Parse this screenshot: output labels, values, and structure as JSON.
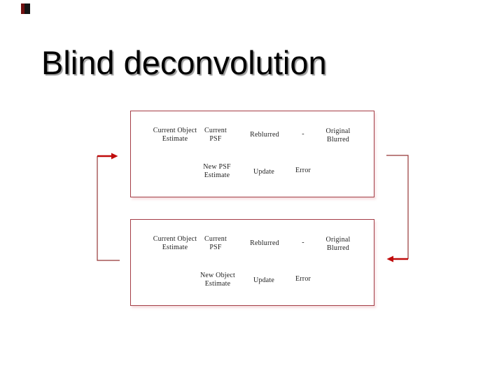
{
  "slide_title": "Blind deconvolution",
  "colors": {
    "bg": "#ffffff",
    "title_text": "#000000",
    "title_shadow": "#9c9c9c",
    "label_text": "#1f1f1f",
    "box_border": "#a43d46",
    "thin_line": "#953636",
    "arrow": "#c00b0b",
    "marker_left": "#701010",
    "marker_right": "#151515"
  },
  "box1": {
    "current_object_l1": "Current Object",
    "current_object_l2": "Estimate",
    "current_psf_l1": "Current",
    "current_psf_l2": "PSF",
    "reblurred": "Reblurred",
    "minus": "-",
    "original_l1": "Original",
    "original_l2": "Blurred",
    "new_l1": "New PSF",
    "new_l2": "Estimate",
    "update": "Update",
    "error": "Error"
  },
  "box2": {
    "current_object_l1": "Current Object",
    "current_object_l2": "Estimate",
    "current_psf_l1": "Current",
    "current_psf_l2": "PSF",
    "reblurred": "Reblurred",
    "minus": "-",
    "original_l1": "Original",
    "original_l2": "Blurred",
    "new_l1": "New Object",
    "new_l2": "Estimate",
    "update": "Update",
    "error": "Error"
  }
}
